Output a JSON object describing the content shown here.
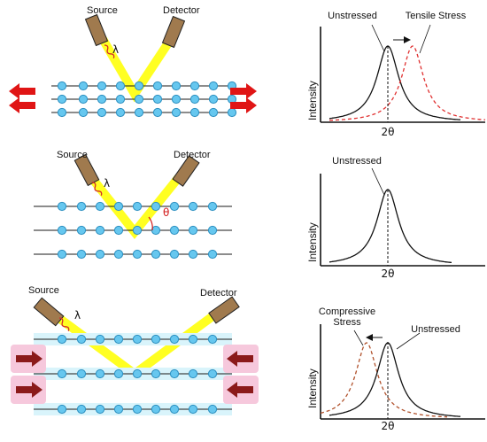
{
  "panels": [
    {
      "source_label": "Source",
      "detector_label": "Detector",
      "lambda_label": "λ",
      "force": "tension",
      "chart": {
        "ylabel": "Intensity",
        "xlabel": "2θ",
        "peak_labels": [
          "Unstressed",
          "Tensile Stress"
        ],
        "shift_direction": "right"
      }
    },
    {
      "source_label": "Source",
      "detector_label": "Detector",
      "lambda_label": "λ",
      "theta_label": "θ",
      "force": "none",
      "chart": {
        "ylabel": "Intensity",
        "xlabel": "2θ",
        "peak_labels": [
          "Unstressed"
        ]
      }
    },
    {
      "source_label": "Source",
      "detector_label": "Detector",
      "lambda_label": "λ",
      "force": "compression",
      "chart": {
        "ylabel": "Intensity",
        "xlabel": "2θ",
        "peak_labels": [
          "Compressive\nStress",
          "Unstressed"
        ],
        "shift_direction": "left"
      }
    }
  ],
  "colors": {
    "beam": "#ffff22",
    "atom": "#66c7ef",
    "atom_edge": "#2b8fc0",
    "lattice_line": "#1a1a1a",
    "tensile_arrow": "#e01515",
    "compressive_arrow": "#8b1a1a",
    "compressive_glow": "#f6c8dc",
    "stressed_curve_tensile": "#e03030",
    "stressed_curve_compressive": "#b0502a",
    "unstressed_curve": "#111111",
    "tube": "#a07a4e"
  },
  "icons": [
    "xray-source-icon",
    "detector-icon",
    "wave-icon",
    "tension-arrow-icon",
    "compression-arrow-icon"
  ]
}
